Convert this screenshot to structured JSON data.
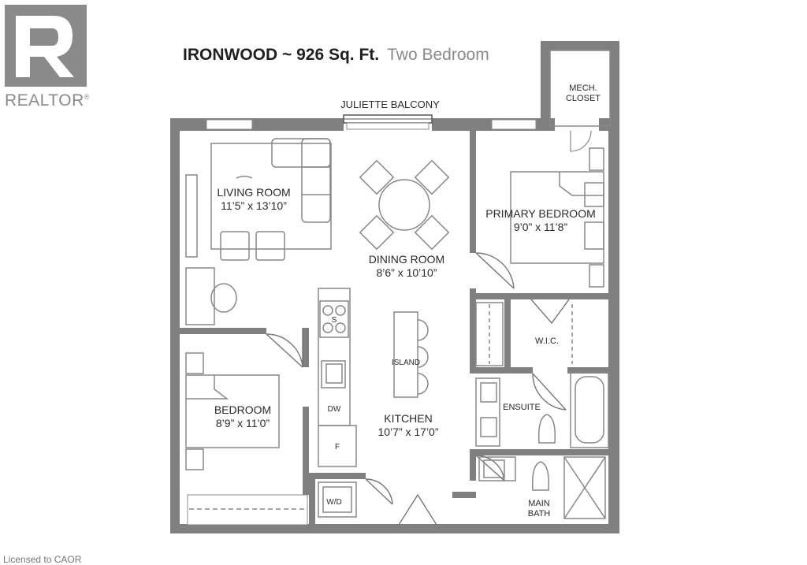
{
  "brand": {
    "name": "REALTOR",
    "mark": "®"
  },
  "title": {
    "main": "IRONWOOD ~ 926 Sq. Ft.",
    "sub": "Two Bedroom"
  },
  "footer": {
    "license": "Licensed to CAOR"
  },
  "colors": {
    "wall": "#808080",
    "furniture": "#777777",
    "logo": "#8a8a8a"
  },
  "labels": {
    "balcony": "JULIETTE BALCONY",
    "mech_line1": "MECH.",
    "mech_line2": "CLOSET",
    "living_name": "LIVING ROOM",
    "living_dims": "11’5” x 13’10”",
    "dining_name": "DINING ROOM",
    "dining_dims": "8’6” x 10’10”",
    "primary_name": "PRIMARY BEDROOM",
    "primary_dims": "9’0” x 11’8”",
    "bedroom_name": "BEDROOM",
    "bedroom_dims": "8’9” x 11’0”",
    "kitchen_name": "KITCHEN",
    "kitchen_dims": "10’7” x 17’0”",
    "island": "ISLAND",
    "wic": "W.I.C.",
    "ensuite": "ENSUITE",
    "main_bath_line1": "MAIN",
    "main_bath_line2": "BATH",
    "dw": "DW",
    "fridge": "F",
    "wd": "W/D",
    "stove": "S"
  }
}
